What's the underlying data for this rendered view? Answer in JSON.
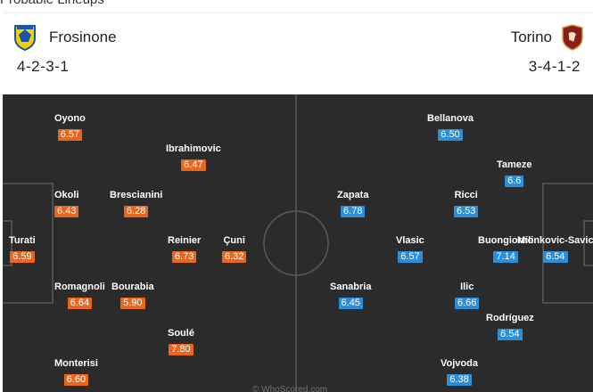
{
  "section": {
    "title": "Probable Lineups"
  },
  "home": {
    "name": "Frosinone",
    "formation": "4-2-3-1",
    "color": "#e8661e",
    "players": [
      {
        "name": "Oyono",
        "rating": "6.57"
      },
      {
        "name": "Ibrahimovic",
        "rating": "6.47"
      },
      {
        "name": "Okoli",
        "rating": "6.43"
      },
      {
        "name": "Brescianini",
        "rating": "6.28"
      },
      {
        "name": "Turati",
        "rating": "6.59"
      },
      {
        "name": "Reinier",
        "rating": "6.73"
      },
      {
        "name": "Çuni",
        "rating": "6.32"
      },
      {
        "name": "Romagnoli",
        "rating": "6.64"
      },
      {
        "name": "Bourabia",
        "rating": "5.90"
      },
      {
        "name": "Soulé",
        "rating": "7.80"
      },
      {
        "name": "Monterisi",
        "rating": "6.60"
      }
    ]
  },
  "away": {
    "name": "Torino",
    "formation": "3-4-1-2",
    "color": "#2c8dd8",
    "players": [
      {
        "name": "Bellanova",
        "rating": "6.50"
      },
      {
        "name": "Tameze",
        "rating": "6.6"
      },
      {
        "name": "Zapata",
        "rating": "6.78"
      },
      {
        "name": "Ricci",
        "rating": "6.53"
      },
      {
        "name": "Vlasic",
        "rating": "6.57"
      },
      {
        "name": "Buongiorno",
        "rating": "7.14"
      },
      {
        "name": "Milinkovic-Savic",
        "rating": "6.54"
      },
      {
        "name": "Sanabria",
        "rating": "6.45"
      },
      {
        "name": "Ilic",
        "rating": "6.66"
      },
      {
        "name": "Rodríguez",
        "rating": "6.54"
      },
      {
        "name": "Vojvoda",
        "rating": "6.38"
      }
    ]
  },
  "watermark": "© WhoScored.com"
}
